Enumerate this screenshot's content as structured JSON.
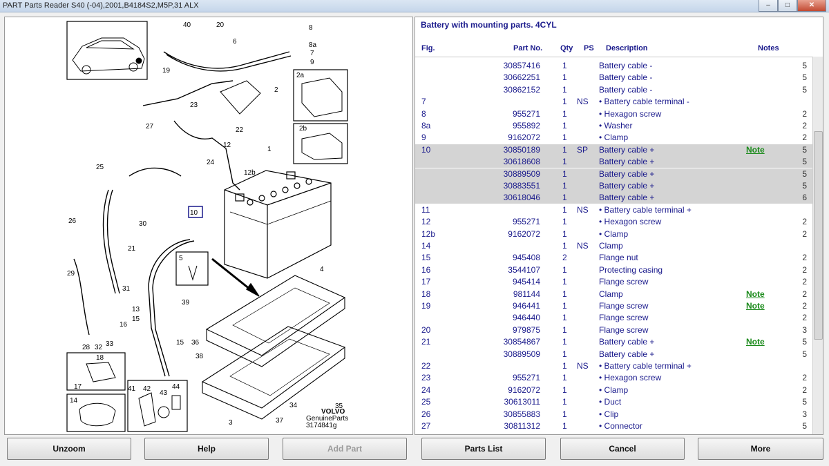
{
  "window": {
    "title": "PART Parts Reader S40 (-04),2001,B4184S2,M5P,31 ALX",
    "controls": [
      "–",
      "□",
      "✕"
    ]
  },
  "diagram": {
    "callouts": [
      "40",
      "20",
      "8",
      "6",
      "8a",
      "7",
      "9",
      "2a",
      "2",
      "2b",
      "19",
      "23",
      "22",
      "27",
      "12",
      "24",
      "12b",
      "1",
      "25",
      "10",
      "26",
      "30",
      "21",
      "29",
      "5",
      "31",
      "4",
      "39",
      "13",
      "15",
      "16",
      "28",
      "32",
      "33",
      "18",
      "17",
      "15",
      "36",
      "38",
      "14",
      "41",
      "42",
      "43",
      "44",
      "34",
      "35",
      "37",
      "3"
    ],
    "logo": "VOLVO",
    "logo_sub": "GenuineParts",
    "drawing_number": "3174841g"
  },
  "panel": {
    "title": "Battery with mounting parts. 4CYL",
    "headers": {
      "fig": "Fig.",
      "part": "Part No.",
      "qty": "Qty",
      "ps": "PS",
      "desc": "Description",
      "notes": "Notes"
    }
  },
  "rows": [
    {
      "fig": "",
      "part": "30857416",
      "qty": "1",
      "ps": "",
      "desc": "Battery cable -",
      "note": "",
      "n": "5",
      "sel": false
    },
    {
      "fig": "",
      "part": "30662251",
      "qty": "1",
      "ps": "",
      "desc": "Battery cable -",
      "note": "",
      "n": "5",
      "sel": false
    },
    {
      "fig": "",
      "part": "30862152",
      "qty": "1",
      "ps": "",
      "desc": "Battery cable -",
      "note": "",
      "n": "5",
      "sel": false
    },
    {
      "fig": "7",
      "part": "",
      "qty": "1",
      "ps": "NS",
      "desc": "• Battery cable terminal -",
      "note": "",
      "n": "",
      "sel": false
    },
    {
      "fig": "8",
      "part": "955271",
      "qty": "1",
      "ps": "",
      "desc": "• Hexagon screw",
      "note": "",
      "n": "2",
      "sel": false
    },
    {
      "fig": "8a",
      "part": "955892",
      "qty": "1",
      "ps": "",
      "desc": "• Washer",
      "note": "",
      "n": "2",
      "sel": false
    },
    {
      "fig": "9",
      "part": "9162072",
      "qty": "1",
      "ps": "",
      "desc": "• Clamp",
      "note": "",
      "n": "2",
      "sel": false
    },
    {
      "fig": "10",
      "part": "30850189",
      "qty": "1",
      "ps": "SP",
      "desc": "Battery cable +",
      "note": "Note",
      "n": "5",
      "sel": true
    },
    {
      "fig": "",
      "part": "30618608",
      "qty": "1",
      "ps": "",
      "desc": "Battery cable +",
      "note": "",
      "n": "5",
      "sel": true
    },
    {
      "fig": "",
      "part": "30889509",
      "qty": "1",
      "ps": "",
      "desc": "Battery cable +",
      "note": "",
      "n": "5",
      "sel": true
    },
    {
      "fig": "",
      "part": "30883551",
      "qty": "1",
      "ps": "",
      "desc": "Battery cable +",
      "note": "",
      "n": "5",
      "sel": true
    },
    {
      "fig": "",
      "part": "30618046",
      "qty": "1",
      "ps": "",
      "desc": "Battery cable +",
      "note": "",
      "n": "6",
      "sel": true
    },
    {
      "fig": "11",
      "part": "",
      "qty": "1",
      "ps": "NS",
      "desc": "• Battery cable terminal +",
      "note": "",
      "n": "",
      "sel": false
    },
    {
      "fig": "12",
      "part": "955271",
      "qty": "1",
      "ps": "",
      "desc": "• Hexagon screw",
      "note": "",
      "n": "2",
      "sel": false
    },
    {
      "fig": "12b",
      "part": "9162072",
      "qty": "1",
      "ps": "",
      "desc": "• Clamp",
      "note": "",
      "n": "2",
      "sel": false
    },
    {
      "fig": "14",
      "part": "",
      "qty": "1",
      "ps": "NS",
      "desc": "Clamp",
      "note": "",
      "n": "",
      "sel": false
    },
    {
      "fig": "15",
      "part": "945408",
      "qty": "2",
      "ps": "",
      "desc": "Flange nut",
      "note": "",
      "n": "2",
      "sel": false
    },
    {
      "fig": "16",
      "part": "3544107",
      "qty": "1",
      "ps": "",
      "desc": "Protecting casing",
      "note": "",
      "n": "2",
      "sel": false
    },
    {
      "fig": "17",
      "part": "945414",
      "qty": "1",
      "ps": "",
      "desc": "Flange screw",
      "note": "",
      "n": "2",
      "sel": false
    },
    {
      "fig": "18",
      "part": "981144",
      "qty": "1",
      "ps": "",
      "desc": "Clamp",
      "note": "Note",
      "n": "2",
      "sel": false
    },
    {
      "fig": "19",
      "part": "946441",
      "qty": "1",
      "ps": "",
      "desc": "Flange screw",
      "note": "Note",
      "n": "2",
      "sel": false
    },
    {
      "fig": "",
      "part": "946440",
      "qty": "1",
      "ps": "",
      "desc": "Flange screw",
      "note": "",
      "n": "2",
      "sel": false
    },
    {
      "fig": "20",
      "part": "979875",
      "qty": "1",
      "ps": "",
      "desc": "Flange screw",
      "note": "",
      "n": "3",
      "sel": false
    },
    {
      "fig": "21",
      "part": "30854867",
      "qty": "1",
      "ps": "",
      "desc": "Battery cable +",
      "note": "Note",
      "n": "5",
      "sel": false
    },
    {
      "fig": "",
      "part": "30889509",
      "qty": "1",
      "ps": "",
      "desc": "Battery cable +",
      "note": "",
      "n": "5",
      "sel": false
    },
    {
      "fig": "22",
      "part": "",
      "qty": "1",
      "ps": "NS",
      "desc": "• Battery cable terminal +",
      "note": "",
      "n": "",
      "sel": false
    },
    {
      "fig": "23",
      "part": "955271",
      "qty": "1",
      "ps": "",
      "desc": "• Hexagon screw",
      "note": "",
      "n": "2",
      "sel": false
    },
    {
      "fig": "24",
      "part": "9162072",
      "qty": "1",
      "ps": "",
      "desc": "• Clamp",
      "note": "",
      "n": "2",
      "sel": false
    },
    {
      "fig": "25",
      "part": "30613011",
      "qty": "1",
      "ps": "",
      "desc": "• Duct",
      "note": "",
      "n": "5",
      "sel": false
    },
    {
      "fig": "26",
      "part": "30855883",
      "qty": "1",
      "ps": "",
      "desc": "• Clip",
      "note": "",
      "n": "3",
      "sel": false
    },
    {
      "fig": "27",
      "part": "30811312",
      "qty": "1",
      "ps": "",
      "desc": "• Connector",
      "note": "",
      "n": "5",
      "sel": false
    }
  ],
  "buttons": [
    {
      "label": "Unzoom",
      "enabled": true
    },
    {
      "label": "Help",
      "enabled": true
    },
    {
      "label": "Add Part",
      "enabled": false
    },
    {
      "label": "Parts List",
      "enabled": true
    },
    {
      "label": "Cancel",
      "enabled": true
    },
    {
      "label": "More",
      "enabled": true
    }
  ]
}
